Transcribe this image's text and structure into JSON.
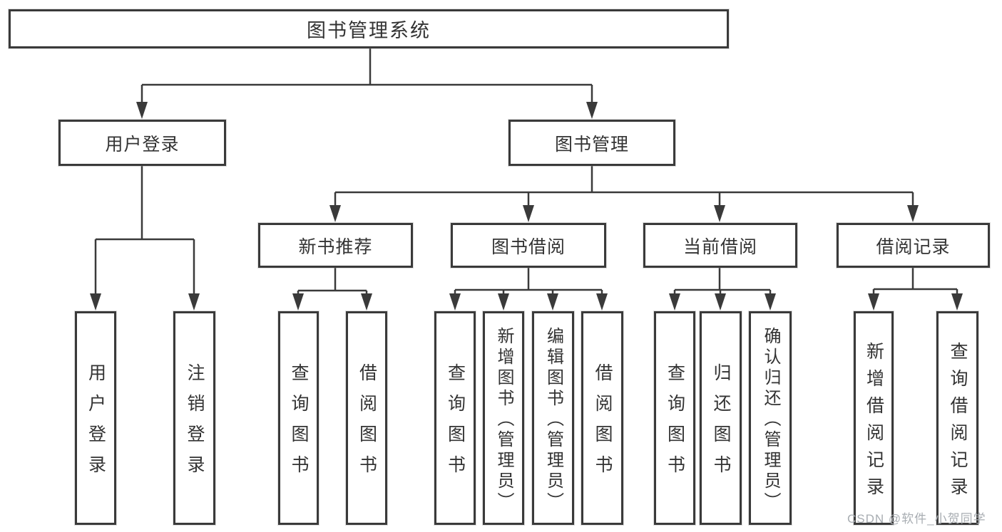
{
  "diagram": {
    "root": "图书管理系统",
    "level1": [
      "用户登录",
      "图书管理"
    ],
    "level2": [
      "新书推荐",
      "图书借阅",
      "当前借阅",
      "借阅记录"
    ],
    "leaves_user_login": [
      "用户登录",
      "注销登录"
    ],
    "leaves_new_book": [
      "查询图书",
      "借阅图书"
    ],
    "leaves_book_borrow": [
      "查询图书",
      "新增图书（管理员）",
      "编辑图书（管理员）",
      "借阅图书"
    ],
    "leaves_current_borrow": [
      "查询图书",
      "归还图书",
      "确认归还（管理员）"
    ],
    "leaves_borrow_records": [
      "新增借阅记录",
      "查询借阅记录"
    ]
  },
  "watermark": "CSDN @软件_小贺同学",
  "colors": {
    "background": "#ffffff",
    "line": "#3a3a3a",
    "box_border": "#3a3a3a",
    "text": "#333333",
    "watermark_text": "#a8adb2"
  }
}
